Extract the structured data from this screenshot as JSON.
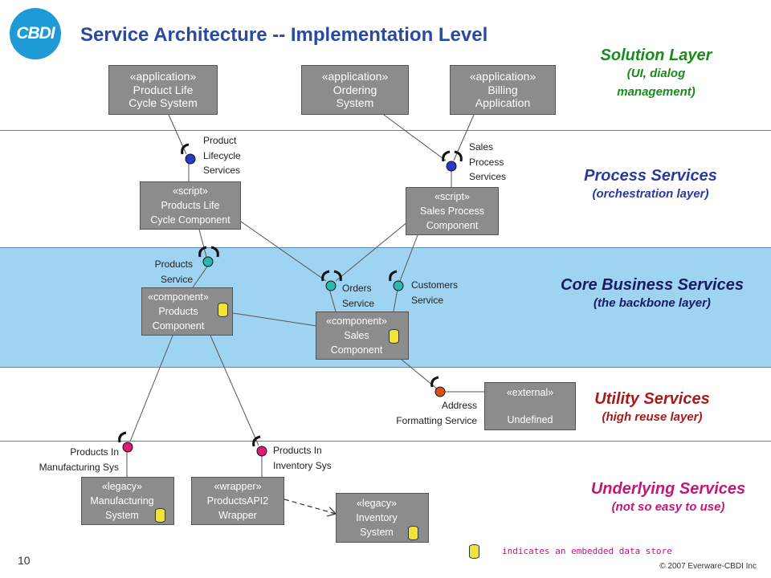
{
  "logo": {
    "text": "CBDI",
    "color": "#1e9ad6"
  },
  "title": "Service Architecture -- Implementation Level",
  "layers": [
    {
      "key": "solution",
      "name": "Solution Layer",
      "sub": [
        "(UI, dialog",
        "management)"
      ],
      "color": "#1a8a1a"
    },
    {
      "key": "process",
      "name": "Process Services",
      "sub": [
        "(orchestration layer)"
      ],
      "color": "#2a3aa0"
    },
    {
      "key": "core",
      "name": "Core Business Services",
      "sub": [
        "(the backbone layer)"
      ],
      "color": "#1a1a60"
    },
    {
      "key": "utility",
      "name": "Utility Services",
      "sub": [
        "(high reuse layer)"
      ],
      "color": "#a81a1a"
    },
    {
      "key": "underlying",
      "name": "Underlying Services",
      "sub": [
        "(not so easy to use)"
      ],
      "color": "#c0187a"
    }
  ],
  "boxes": {
    "product_life_cycle_system": {
      "stereo": "«application»",
      "lines": [
        "Product Life",
        "Cycle System"
      ]
    },
    "ordering_system": {
      "stereo": "«application»",
      "lines": [
        "Ordering",
        "System"
      ]
    },
    "billing_application": {
      "stereo": "«application»",
      "lines": [
        "Billing",
        "Application"
      ]
    },
    "products_life_cycle_component": {
      "stereo": "«script»",
      "lines": [
        "Products Life",
        "Cycle Component"
      ]
    },
    "sales_process_component": {
      "stereo": "«script»",
      "lines": [
        "Sales Process",
        "Component"
      ]
    },
    "products_component": {
      "stereo": "«component»",
      "lines": [
        "Products",
        "Component"
      ]
    },
    "sales_component": {
      "stereo": "«component»",
      "lines": [
        "Sales",
        "Component"
      ]
    },
    "external_undefined": {
      "stereo": "«external»",
      "lines": [
        "",
        "Undefined"
      ]
    },
    "manufacturing_system": {
      "stereo": "«legacy»",
      "lines": [
        "Manufacturing",
        "System"
      ]
    },
    "productsapi2_wrapper": {
      "stereo": "«wrapper»",
      "lines": [
        "ProductsAPI2",
        "Wrapper"
      ]
    },
    "inventory_system": {
      "stereo": "«legacy»",
      "lines": [
        "Inventory",
        "System"
      ]
    }
  },
  "services": {
    "product_lifecycle_services": {
      "label": [
        "Product",
        "Lifecycle",
        "Services"
      ],
      "color": "#2a3ac8"
    },
    "sales_process_services": {
      "label": [
        "Sales",
        "Process",
        "Services"
      ],
      "color": "#2a3ac8"
    },
    "products_service": {
      "label": [
        "Products",
        "Service"
      ],
      "color": "#2ab8b0"
    },
    "orders_service": {
      "label": [
        "Orders",
        "Service"
      ],
      "color": "#2ab8b0"
    },
    "customers_service": {
      "label": [
        "Customers",
        "Service"
      ],
      "color": "#2ab8b0"
    },
    "address_formatting_service": {
      "label": [
        "Address",
        "Formatting Service"
      ],
      "color": "#d85018"
    },
    "products_in_manufacturing_sys": {
      "label": [
        "Products In",
        "Manufacturing Sys"
      ],
      "color": "#e01878"
    },
    "products_in_inventory_sys": {
      "label": [
        "Products In",
        "Inventory Sys"
      ],
      "color": "#e01878"
    }
  },
  "legend": {
    "text": "indicates an embedded data store",
    "color": "#f0e43c"
  },
  "page_number": "10",
  "copyright": "© 2007 Everware-CBDI Inc",
  "colors": {
    "band": "#9fd3f2",
    "box": "#8c8c8c",
    "title": "#2a4aa0"
  }
}
